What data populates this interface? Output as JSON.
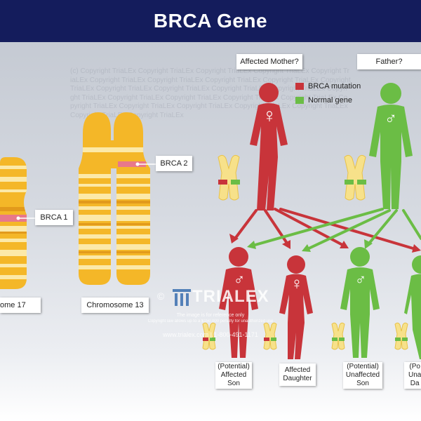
{
  "title": "BRCA Gene",
  "watermark": {
    "brand": "TRIALEX",
    "symbol": "©",
    "line1": "The image is for reference only",
    "line2": "Copyright law allows up to a $150,000 penalty for unauthorized use",
    "line3": "www.trialex.com | 1-800-491-1171",
    "background_text": "(c) Copyright TriaLEx Copyright TriaLEx Copyright TriaLEx Copyright TriaLEx Copyright TriaLEx Copyright TriaLEx Copyright TriaLEx Copyright TriaLEx Copyright TriaLEx Copyright TriaLEx Copyright TriaLEx Copyright TriaLEx Copyright TriaLEx Copyright TriaLEx Copyright TriaLEx Copyright TriaLEx Copyright TriaLEx Copyright TriaLEx Copyright TriaLEx Copyright TriaLEx Copyright TriaLEx Copyright TriaLEx Copyright TriaLEx Copyright TriaLEx Copyright TriaLEx Copyright TriaLEx"
  },
  "chromosomes": {
    "chr17_label": "ome 17",
    "chr13_label": "Chromosome 13",
    "brca1_label": "BRCA 1",
    "brca2_label": "BRCA 2"
  },
  "parents": {
    "mother_label": "Affected Mother?",
    "father_label": "Father?"
  },
  "legend": {
    "mutation_label": "BRCA mutation",
    "normal_label": "Normal gene",
    "mutation_color": "#c8343a",
    "normal_color": "#6bbd45"
  },
  "children": {
    "son1_label": "(Potential)\nAffected\nSon",
    "daughter1_label": "Affected\nDaughter",
    "son2_label": "(Potential)\nUnaffected\nSon",
    "daughter2_label": "(Po\nUna\nDa"
  },
  "symbols": {
    "male": "♂",
    "female": "♀"
  },
  "colors": {
    "header": "#141c5c",
    "affected": "#c8343a",
    "unaffected": "#6bbd45",
    "chromosome": "#f4b728",
    "chromosome_light": "#fce9a8"
  }
}
